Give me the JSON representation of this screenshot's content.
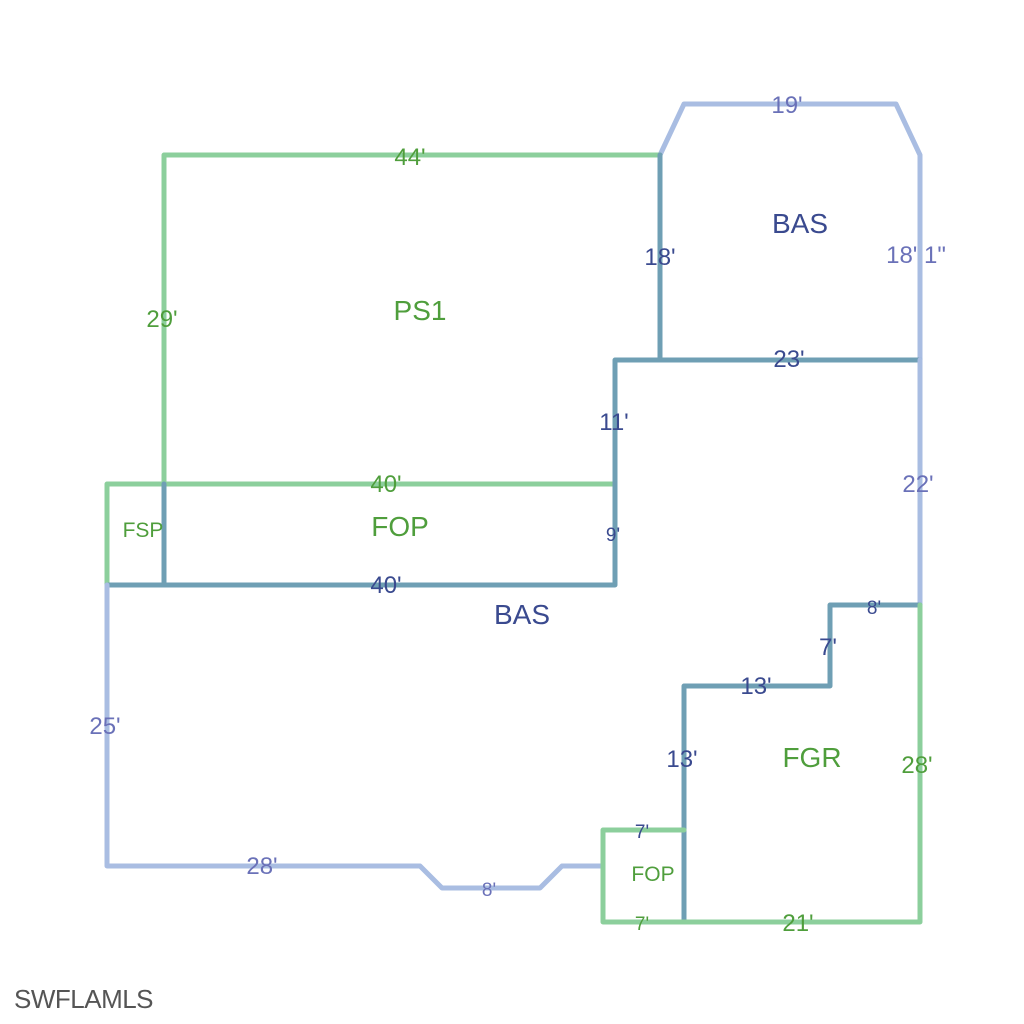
{
  "rooms": {
    "ps1": "PS1",
    "bas_top": "BAS",
    "fsp": "FSP",
    "fop_mid": "FOP",
    "bas_main": "BAS",
    "fgr": "FGR",
    "fop_small": "FOP"
  },
  "dimensions": {
    "ps1_top": "44'",
    "ps1_left": "29'",
    "bas_top_top": "19'",
    "bas_top_left": "18'",
    "bas_top_right": "18' 1\"",
    "bas_top_bottom": "23'",
    "step_11": "11'",
    "fop_top": "40'",
    "fop_right": "9'",
    "fop_bottom": "40'",
    "right_22": "22'",
    "left_25": "25'",
    "bottom_28": "28'",
    "bottom_8": "8'",
    "fgr_top_8": "8'",
    "fgr_step_7": "7'",
    "fgr_step_13h": "13'",
    "fgr_left_13": "13'",
    "fgr_right_28": "28'",
    "fgr_bottom_21": "21'",
    "fop_small_top": "7'",
    "fop_small_bottom": "7'"
  },
  "watermark": "SWFLAMLS"
}
